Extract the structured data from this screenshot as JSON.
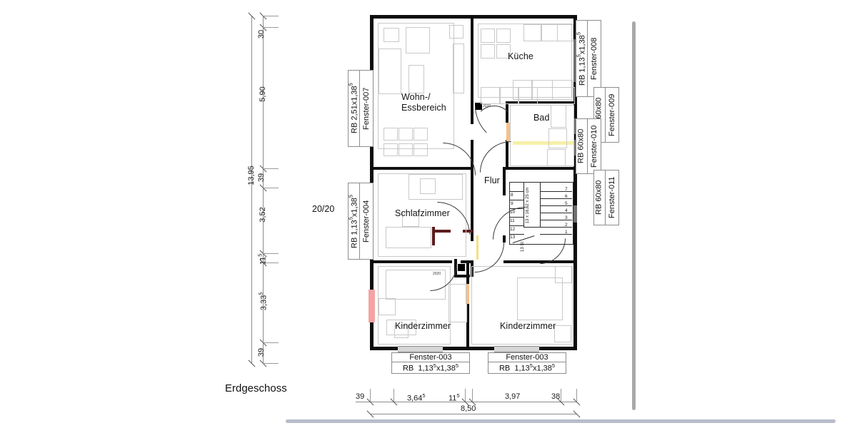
{
  "drawing": {
    "title": "Erdgeschoss",
    "scale_label": "20/20"
  },
  "rooms": [
    {
      "id": "wohn",
      "label": "Wohn-/\nEssbereich",
      "line1": "Wohn-/",
      "line2": "Essbereich"
    },
    {
      "id": "kueche",
      "label": "Küche"
    },
    {
      "id": "bad",
      "label": "Bad"
    },
    {
      "id": "flur",
      "label": "Flur"
    },
    {
      "id": "schlaf",
      "label": "Schlafzimmer"
    },
    {
      "id": "kinder_l",
      "label": "Kinderzimmer"
    },
    {
      "id": "kinder_r",
      "label": "Kinderzimmer"
    }
  ],
  "windows": [
    {
      "id": "f007",
      "name": "Fenster-007",
      "spec_prefix": "RB",
      "spec": "2,51x1,38",
      "spec_sup": "5",
      "orientation": "vertical",
      "side": "left"
    },
    {
      "id": "f004",
      "name": "Fenster-004",
      "spec_prefix": "RB",
      "spec": "1,13",
      "spec_sup": "5",
      "spec_tail": "x1,38",
      "spec_tail_sup": "5",
      "orientation": "vertical",
      "side": "left"
    },
    {
      "id": "f008",
      "name": "Fenster-008",
      "spec_prefix": "RB",
      "spec": "1,13",
      "spec_sup": "5",
      "spec_tail": "x1,38",
      "spec_tail_sup": "5",
      "orientation": "vertical",
      "side": "right"
    },
    {
      "id": "f009",
      "name": "Fenster-009",
      "spec_prefix": "RB",
      "spec": "60x80",
      "orientation": "vertical",
      "side": "right"
    },
    {
      "id": "f010",
      "name": "Fenster-010",
      "spec_prefix": "RB",
      "spec": "60x80",
      "orientation": "vertical",
      "side": "right"
    },
    {
      "id": "f011",
      "name": "Fenster-011",
      "spec_prefix": "RB",
      "spec": "60x80",
      "orientation": "vertical",
      "side": "right"
    },
    {
      "id": "f003a",
      "name": "Fenster-003",
      "spec_prefix": "RB",
      "spec": "1,13",
      "spec_sup": "5",
      "spec_tail": "x1,38",
      "spec_tail_sup": "5",
      "orientation": "horizontal",
      "side": "bottom"
    },
    {
      "id": "f003b",
      "name": "Fenster-003",
      "spec_prefix": "RB",
      "spec": "1,13",
      "spec_sup": "5",
      "spec_tail": "x1,38",
      "spec_tail_sup": "5",
      "orientation": "horizontal",
      "side": "bottom"
    }
  ],
  "dimensions": {
    "vertical_left": {
      "total": "13,95",
      "segments": [
        {
          "value": "30",
          "sup": ""
        },
        {
          "value": "5,90",
          "sup": ""
        },
        {
          "value": "39",
          "sup": ""
        },
        {
          "value": "3,52",
          "sup": ""
        },
        {
          "value": "11",
          "sup": "5"
        },
        {
          "value": "3,33",
          "sup": "5"
        },
        {
          "value": "39",
          "sup": ""
        }
      ]
    },
    "horizontal_bottom": {
      "total": "8,50",
      "segments": [
        {
          "value": "39",
          "sup": ""
        },
        {
          "value": "3,64",
          "sup": "5"
        },
        {
          "value": "11",
          "sup": "5"
        },
        {
          "value": "3,97",
          "sup": ""
        },
        {
          "value": "38",
          "sup": ""
        }
      ]
    }
  },
  "stair": {
    "treads_right": [
      "7",
      "6",
      "5",
      "4",
      "3",
      "2",
      "1"
    ],
    "treads_left": [
      "8",
      "9",
      "10",
      "11",
      "12",
      "13"
    ],
    "riser_note": "13 x 16,62 x 25 cm",
    "bottom_note": "13 St"
  },
  "colors": {
    "wall": "#0d0d0d",
    "dimension_line": "#8b8b8b",
    "window_glass": "#6e6e6e",
    "highlight_pink": "#f5a3a3",
    "highlight_orange": "#f6c08a",
    "highlight_yellow": "#f4e27a",
    "highlight_darkred": "#5c1d1d",
    "scrollbar_vertical": "#a9a9a9",
    "scrollbar_horizontal": "#b9bccb",
    "furniture_outline": "#c9c9c9",
    "callout_border": "#8d8d8d",
    "background": "#ffffff"
  }
}
